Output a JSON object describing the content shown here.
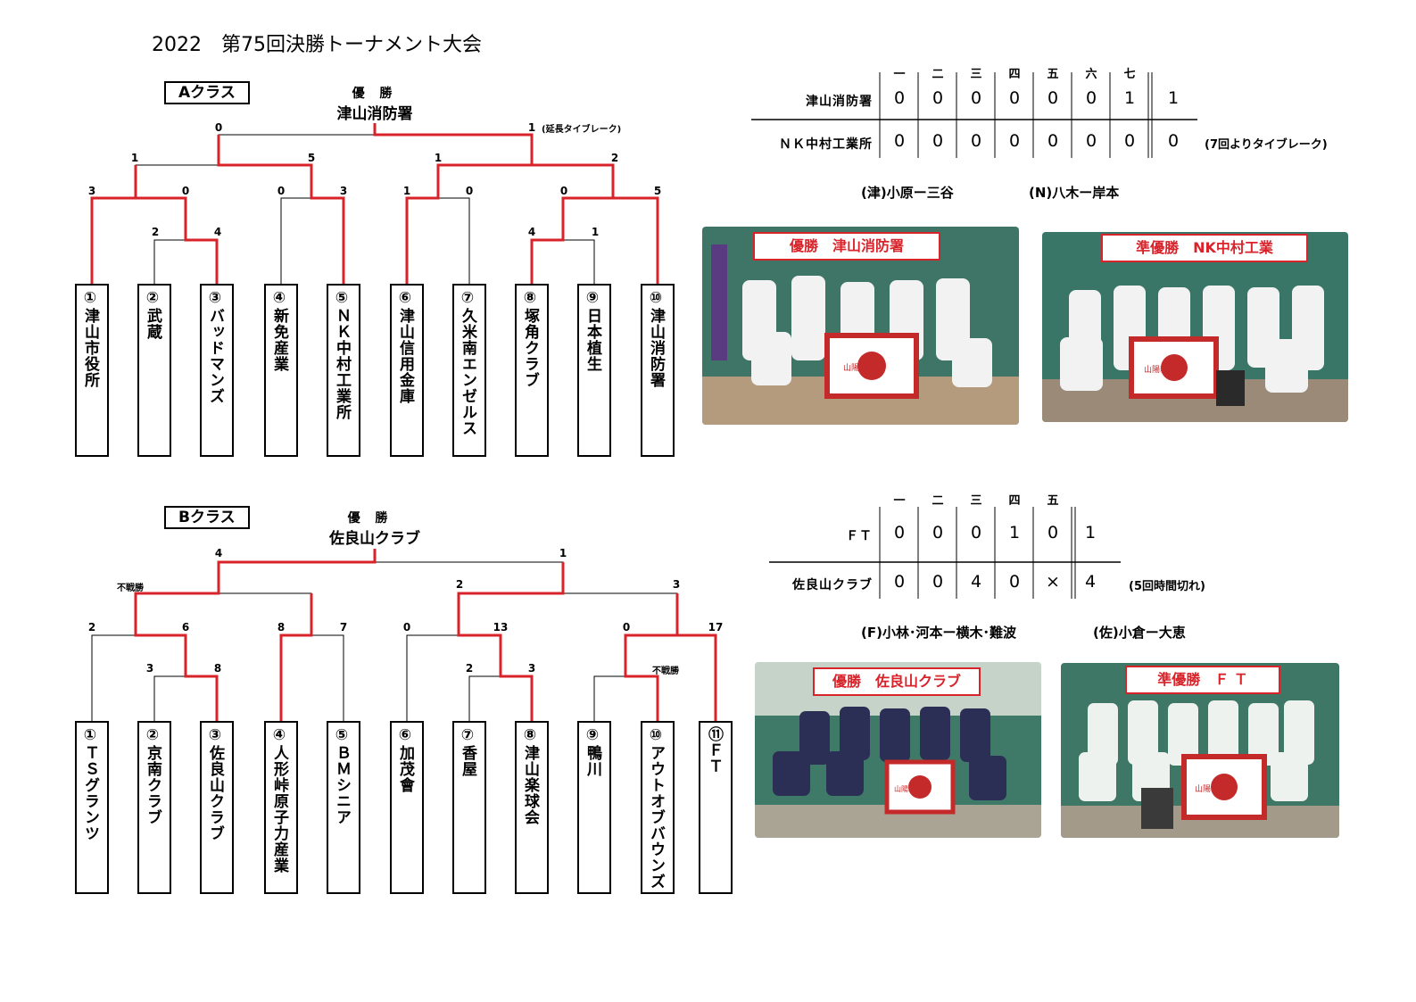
{
  "title": "2022　第75回決勝トーナメント大会",
  "colors": {
    "winner_line": "#d8232a",
    "line": "#000000",
    "banner": "#d8232a"
  },
  "class_a": {
    "label": "Aクラス",
    "champion_label": "優 勝",
    "champion_name": "津山消防署",
    "final_note": "(延長タイブレーク)",
    "scores": {
      "final_left": "0",
      "final_right": "1",
      "semi_l_left": "1",
      "semi_l_right": "5",
      "semi_r_left": "1",
      "semi_r_right": "2",
      "q1_left": "3",
      "q1_right": "0",
      "q2_left": "0",
      "q2_right": "3",
      "q3_left": "1",
      "q3_right": "0",
      "q4_left": "0",
      "q4_right": "5",
      "r1_a_left": "2",
      "r1_a_right": "4",
      "r1_b_left": "4",
      "r1_b_right": "1"
    },
    "teams": [
      "①津山市役所",
      "②武蔵",
      "③バッドマンズ",
      "④新免産業",
      "⑤ＮＫ中村工業所",
      "⑥津山信用金庫",
      "⑦久米南エンゼルス",
      "⑧塚角クラブ",
      "⑨日本植生",
      "⑩津山消防署"
    ]
  },
  "class_b": {
    "label": "Bクラス",
    "champion_label": "優 勝",
    "champion_name": "佐良山クラブ",
    "scores": {
      "final_left": "4",
      "final_right": "1",
      "semi_r_left": "2",
      "semi_r_right": "3",
      "q1_left": "2",
      "q1_right": "6",
      "q2_left": "8",
      "q2_right": "7",
      "q3_left": "0",
      "q3_right": "13",
      "q4_left": "0",
      "q4_right": "17",
      "r1_a_left": "3",
      "r1_a_right": "8",
      "r1_b_left": "2",
      "r1_b_right": "3"
    },
    "default_win_1": "不戦勝",
    "default_win_2": "不戦勝",
    "teams": [
      "①ＴＳグランツ",
      "②京南クラブ",
      "③佐良山クラブ",
      "④人形峠原子力産業",
      "⑤ＢＭシニア",
      "⑥加茂會",
      "⑦香屋",
      "⑧津山楽球会",
      "⑨鴨川",
      "⑩アウトオブバウンズ",
      "⑪ＦＴ"
    ]
  },
  "scoreboard_a": {
    "innings": [
      "一",
      "二",
      "三",
      "四",
      "五",
      "六",
      "七"
    ],
    "rows": [
      {
        "team": "津山消防署",
        "runs": [
          "0",
          "0",
          "0",
          "0",
          "0",
          "0",
          "1"
        ],
        "total": "1"
      },
      {
        "team": "ＮＫ中村工業所",
        "runs": [
          "0",
          "0",
          "0",
          "0",
          "0",
          "0",
          "0"
        ],
        "total": "0"
      }
    ],
    "note": "(7回よりタイブレーク)",
    "pitchers_left": "(津)小原ー三谷",
    "pitchers_right": "(N)八木ー岸本"
  },
  "scoreboard_b": {
    "innings": [
      "一",
      "二",
      "三",
      "四",
      "五"
    ],
    "rows": [
      {
        "team": "ＦＴ",
        "runs": [
          "0",
          "0",
          "0",
          "1",
          "0"
        ],
        "total": "1"
      },
      {
        "team": "佐良山クラブ",
        "runs": [
          "0",
          "0",
          "4",
          "0",
          "×"
        ],
        "total": "4"
      }
    ],
    "note": "(5回時間切れ)",
    "pitchers_left": "(F)小林･河本ー横木･難波",
    "pitchers_right": "(佐)小倉ー大恵"
  },
  "photos": {
    "a_winner": "優勝　津山消防署",
    "a_runner_up": "準優勝　NK中村工業",
    "b_winner": "優勝　佐良山クラブ",
    "b_runner_up": "準優勝　Ｆ Ｔ",
    "flag_text": "山陽新聞"
  }
}
